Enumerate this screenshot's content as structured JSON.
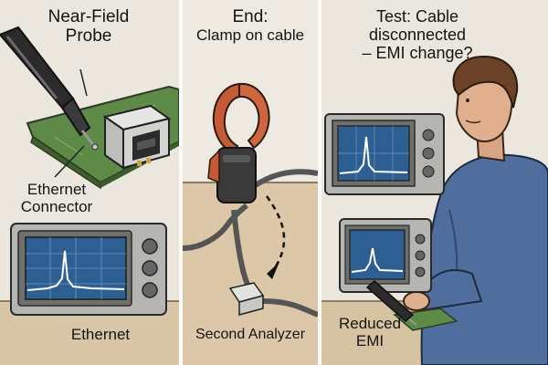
{
  "panels": [
    {
      "title_lines": [
        "Near-Field",
        "Probe"
      ],
      "labels": {
        "connector_lines": [
          "Ethernet",
          "Connector"
        ],
        "bottom": "Ethernet"
      }
    },
    {
      "title_lines": [
        "End:",
        "Clamp on cable"
      ],
      "labels": {
        "bottom": "Second Analyzer"
      }
    },
    {
      "title_lines": [
        "Test: Cable disconnected",
        "– EMI change?"
      ],
      "labels": {
        "result_lines": [
          "Reduced",
          "EMI"
        ]
      }
    }
  ],
  "colors": {
    "wall": "#e9e4dc",
    "table": "#d8c4a3",
    "pcb_green": "#6e9a55",
    "clamp_orange": "#c55a34",
    "screen_blue": "#2b5a8a",
    "shirt_blue": "#4f6e9e",
    "analyzer_gray": "#9a9a98"
  },
  "icons": [
    "near-field-probe-icon",
    "ethernet-connector-icon",
    "spectrum-analyzer-icon",
    "current-clamp-icon",
    "person-illustration"
  ]
}
